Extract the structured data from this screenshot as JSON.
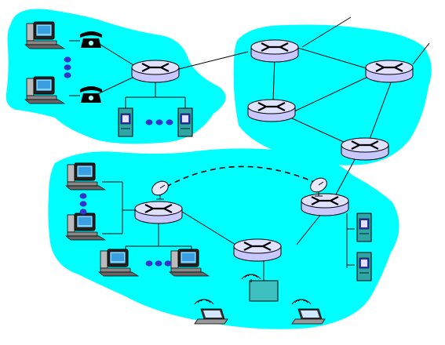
{
  "diagram": {
    "kind": "network-topology",
    "colors": {
      "region_fill": "#00ffff",
      "router_body": "#c8c8ff",
      "router_top": "#e0e0ff",
      "dot_blue": "#3333cc",
      "server_body": "#2fa6a6",
      "box_fill": "#3fc0c0",
      "line": "#000000"
    },
    "regions": [
      {
        "name": "region-residential"
      },
      {
        "name": "region-isp-core"
      },
      {
        "name": "region-institutional"
      }
    ],
    "routers": [
      {
        "name": "router-residential-edge"
      },
      {
        "name": "router-core-top-left"
      },
      {
        "name": "router-core-top-right"
      },
      {
        "name": "router-core-middle"
      },
      {
        "name": "router-core-bottom"
      },
      {
        "name": "router-inst-left"
      },
      {
        "name": "router-inst-center"
      },
      {
        "name": "router-inst-right"
      }
    ],
    "devices": [
      "telephone",
      "desktop-computer",
      "server",
      "laptop",
      "satellite-dish",
      "wireless-access-point"
    ]
  }
}
